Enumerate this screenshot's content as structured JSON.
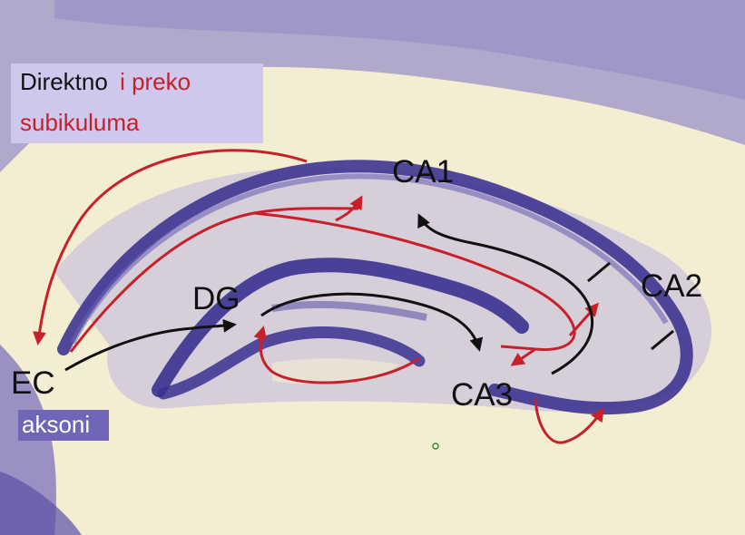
{
  "labels": {
    "ca1": "CA1",
    "ca2": "CA2",
    "ca3": "CA3",
    "dg": "DG",
    "ec": "EC"
  },
  "legend": {
    "direct": "Direktno",
    "via_part1": "i preko",
    "via_part2": "subikuluma"
  },
  "tag": {
    "axons": "aksoni"
  },
  "colors": {
    "background": "#f3eed2",
    "tissue_stain": "#9b92c9",
    "cell_layer": "#3e3492",
    "pathway_direct": "#111111",
    "pathway_subiculum": "#c8202a",
    "legend_box": "#cfc8ec",
    "axon_box": "#6f66b8"
  }
}
